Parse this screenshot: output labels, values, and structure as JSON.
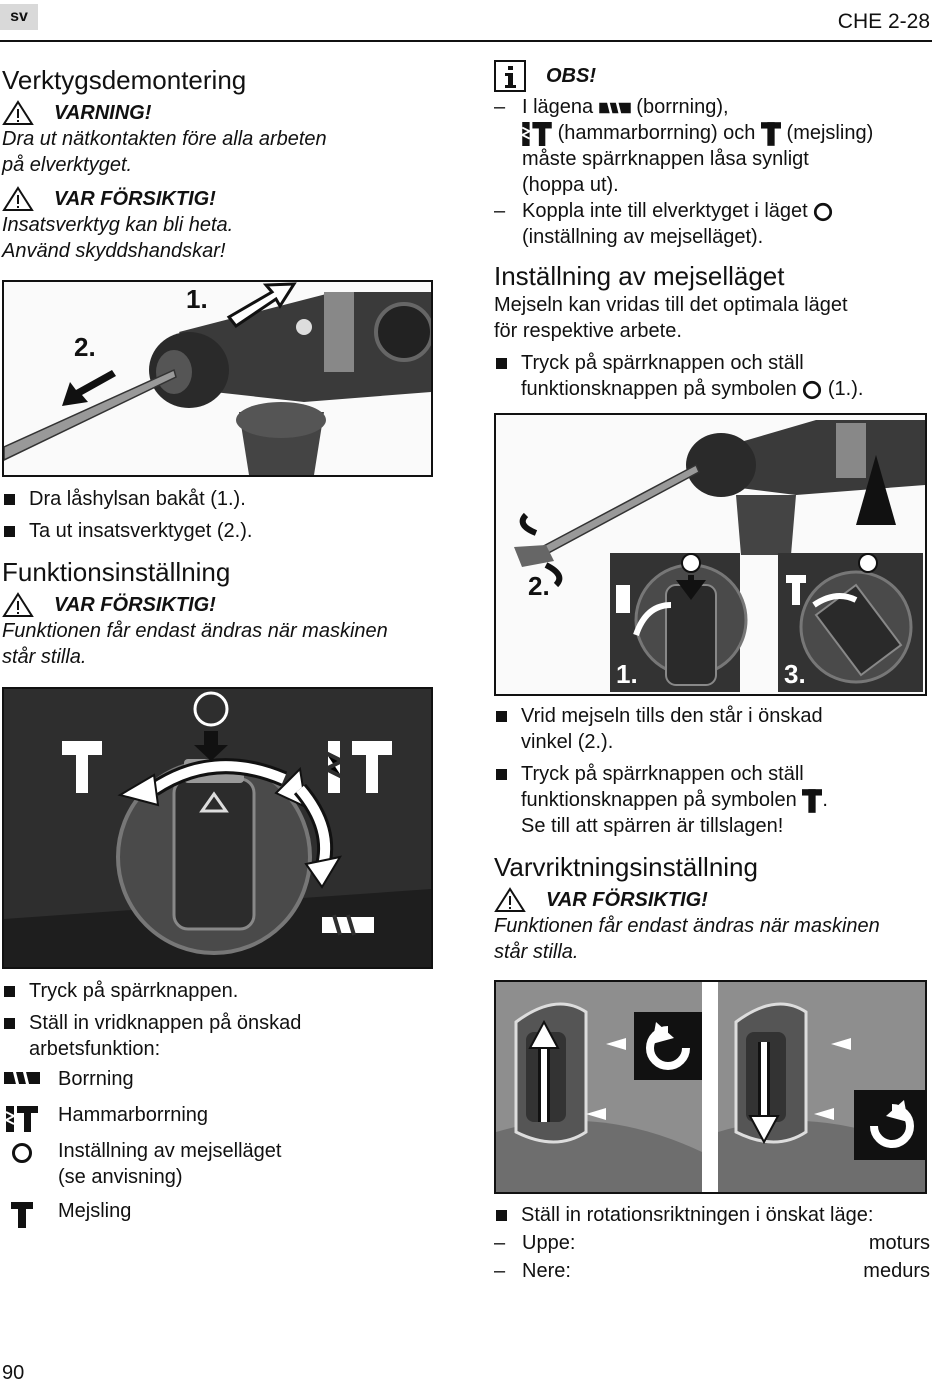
{
  "header": {
    "lang": "sv",
    "model": "CHE 2-28"
  },
  "left": {
    "s1_title": "Verktygsdemontering",
    "w1_head": "VARNING!",
    "w1_l1": "Dra ut nätkontakten före alla arbeten",
    "w1_l2": "på elverktyget.",
    "c1_head": "VAR FÖRSIKTIG!",
    "c1_l1": "Insatsverktyg kan bli heta.",
    "c1_l2": "Använd skyddshandskar!",
    "fig1_l1": "1.",
    "fig1_l2": "2.",
    "b1": "Dra låshylsan bakåt (1.).",
    "b2": "Ta ut insatsverktyget (2.).",
    "s2_title": "Funktionsinställning",
    "c2_head": "VAR FÖRSIKTIG!",
    "c2_l1": "Funktionen får endast ändras när maskinen",
    "c2_l2": "står stilla.",
    "b3": "Tryck på spärrknappen.",
    "b4_l1": "Ställ in vridknappen på önskad",
    "b4_l2": "arbetsfunktion:",
    "modes": [
      {
        "icon": "drill-icon",
        "l1": "Borrning",
        "l2": ""
      },
      {
        "icon": "hammer-drill-icon",
        "l1": "Hammarborrning",
        "l2": ""
      },
      {
        "icon": "circle-icon",
        "l1": "Inställning av mejselläget",
        "l2": "(se anvisning)"
      },
      {
        "icon": "chisel-icon",
        "l1": "Mejsling",
        "l2": ""
      }
    ]
  },
  "right": {
    "obs": "OBS!",
    "o1_a": "I lägena",
    "o1_b": "(borrning),",
    "o1_c": "(hammarborrning) och",
    "o1_d": "(mejsling)",
    "o1_e": "måste spärrknappen låsa synligt",
    "o1_f": "(hoppa ut).",
    "o2_a": "Koppla inte till elverktyget i läget",
    "o2_b": "(inställning av mejselläget).",
    "s3_title": "Inställning av mejselläget",
    "s3_p1": "Mejseln kan vridas till det optimala läget",
    "s3_p2": "för respektive arbete.",
    "b5_l1": "Tryck på spärrknappen och ställ",
    "b5_l2a": "funktionsknappen på symbolen",
    "b5_l2b": "(1.).",
    "fig3_l1": "1.",
    "fig3_l2": "2.",
    "fig3_l3": "3.",
    "b6_l1": "Vrid mejseln tills den står i önskad",
    "b6_l2": "vinkel (2.).",
    "b7_l1": "Tryck på spärrknappen och ställ",
    "b7_l2a": "funktionsknappen på symbolen",
    "b7_l2b": ".",
    "b7_l3": "Se till att spärren är tillslagen!",
    "s4_title": "Varvriktningsinställning",
    "c3_head": "VAR FÖRSIKTIG!",
    "c3_l1": "Funktionen får endast ändras när maskinen",
    "c3_l2": "står stilla.",
    "b8": "Ställ in rotationsriktningen i önskat läge:",
    "rot": [
      {
        "pos": "Uppe:",
        "dir": "moturs"
      },
      {
        "pos": "Nere:",
        "dir": "medurs"
      }
    ]
  },
  "footer": {
    "page": "90"
  }
}
